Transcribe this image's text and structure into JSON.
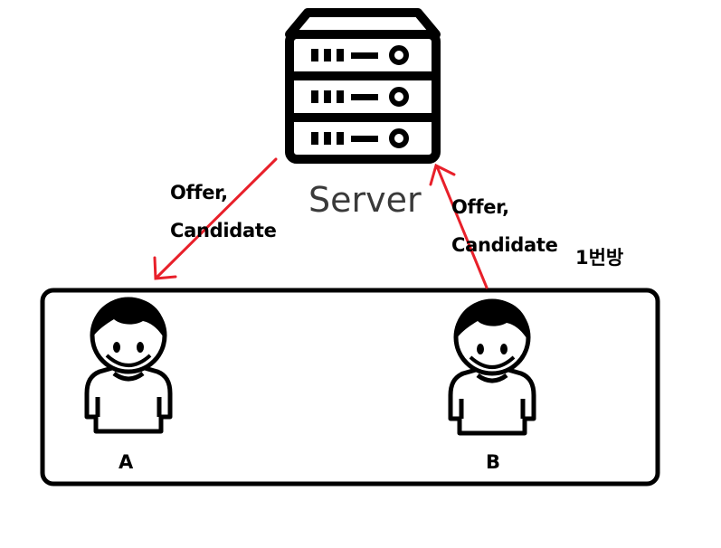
{
  "server": {
    "label": "Server",
    "icon": "server-rack-icon"
  },
  "room": {
    "label": "1번방"
  },
  "users": [
    {
      "label": "A",
      "icon": "person-icon"
    },
    {
      "label": "B",
      "icon": "person-icon"
    }
  ],
  "messages": {
    "to_a": {
      "line1": "Offer,",
      "line2": "Candidate"
    },
    "from_b": {
      "line1": "Offer,",
      "line2": "Candidate"
    }
  },
  "colors": {
    "arrow": "#e8202a",
    "outline": "#000000"
  }
}
